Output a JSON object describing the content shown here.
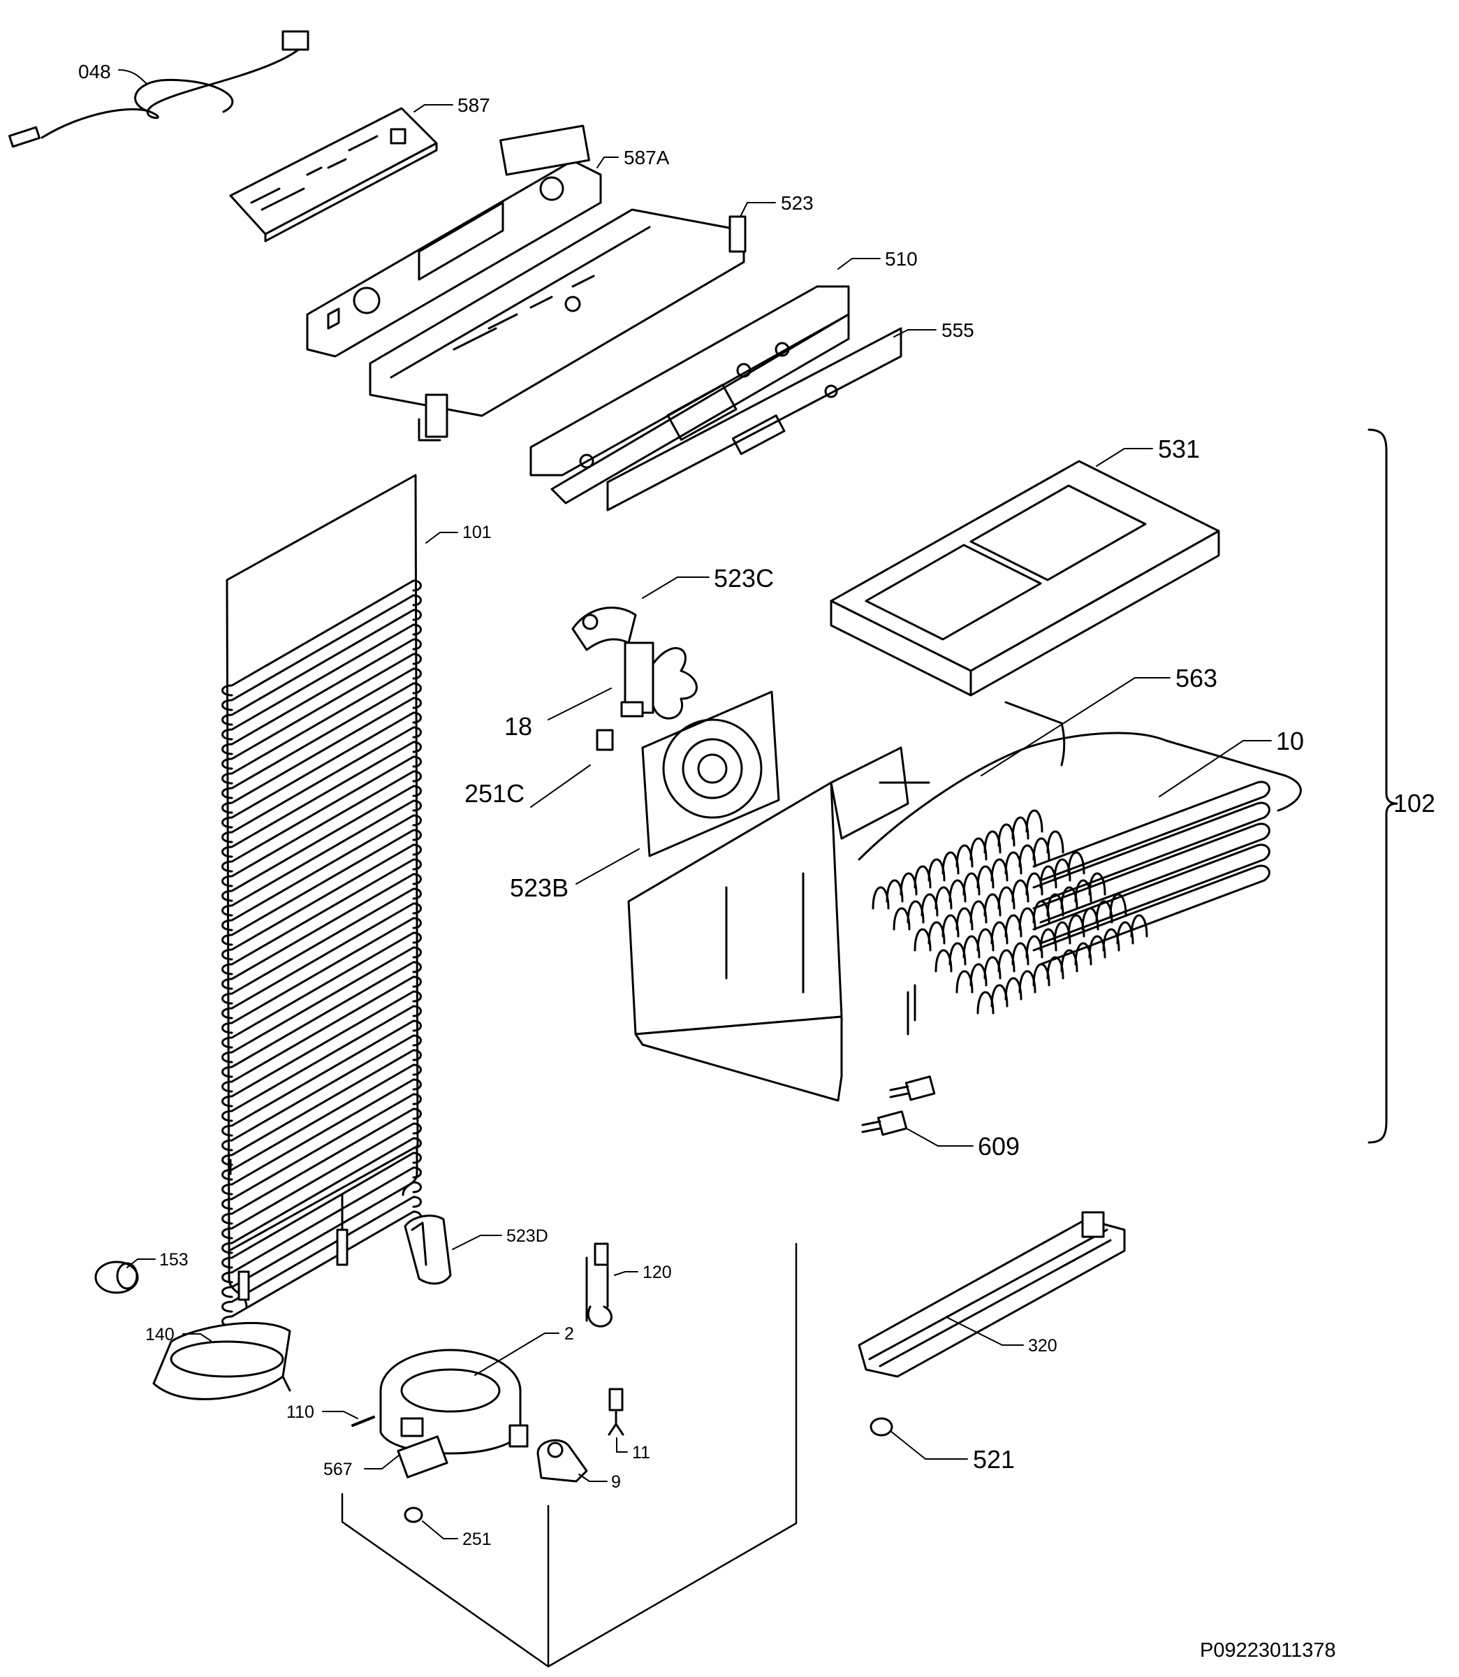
{
  "parts": [
    {
      "id": "p048",
      "label": "048"
    },
    {
      "id": "p587",
      "label": "587"
    },
    {
      "id": "p587a",
      "label": "587A"
    },
    {
      "id": "p523",
      "label": "523"
    },
    {
      "id": "p510",
      "label": "510"
    },
    {
      "id": "p555",
      "label": "555"
    },
    {
      "id": "p531",
      "label": "531"
    },
    {
      "id": "p101",
      "label": "101"
    },
    {
      "id": "p523c",
      "label": "523C"
    },
    {
      "id": "p563",
      "label": "563"
    },
    {
      "id": "p10",
      "label": "10"
    },
    {
      "id": "p18",
      "label": "18"
    },
    {
      "id": "p251c",
      "label": "251C"
    },
    {
      "id": "p102",
      "label": "102"
    },
    {
      "id": "p523b",
      "label": "523B"
    },
    {
      "id": "p609",
      "label": "609"
    },
    {
      "id": "p523d",
      "label": "523D"
    },
    {
      "id": "p153",
      "label": "153"
    },
    {
      "id": "p120",
      "label": "120"
    },
    {
      "id": "p2",
      "label": "2"
    },
    {
      "id": "p140",
      "label": "140"
    },
    {
      "id": "p320",
      "label": "320"
    },
    {
      "id": "p110",
      "label": "110"
    },
    {
      "id": "p11",
      "label": "11"
    },
    {
      "id": "p567",
      "label": "567"
    },
    {
      "id": "p9",
      "label": "9"
    },
    {
      "id": "p521",
      "label": "521"
    },
    {
      "id": "p251",
      "label": "251"
    }
  ],
  "document_code": "P09223011378",
  "colors": {
    "ink": "#000000",
    "paper": "#ffffff"
  }
}
